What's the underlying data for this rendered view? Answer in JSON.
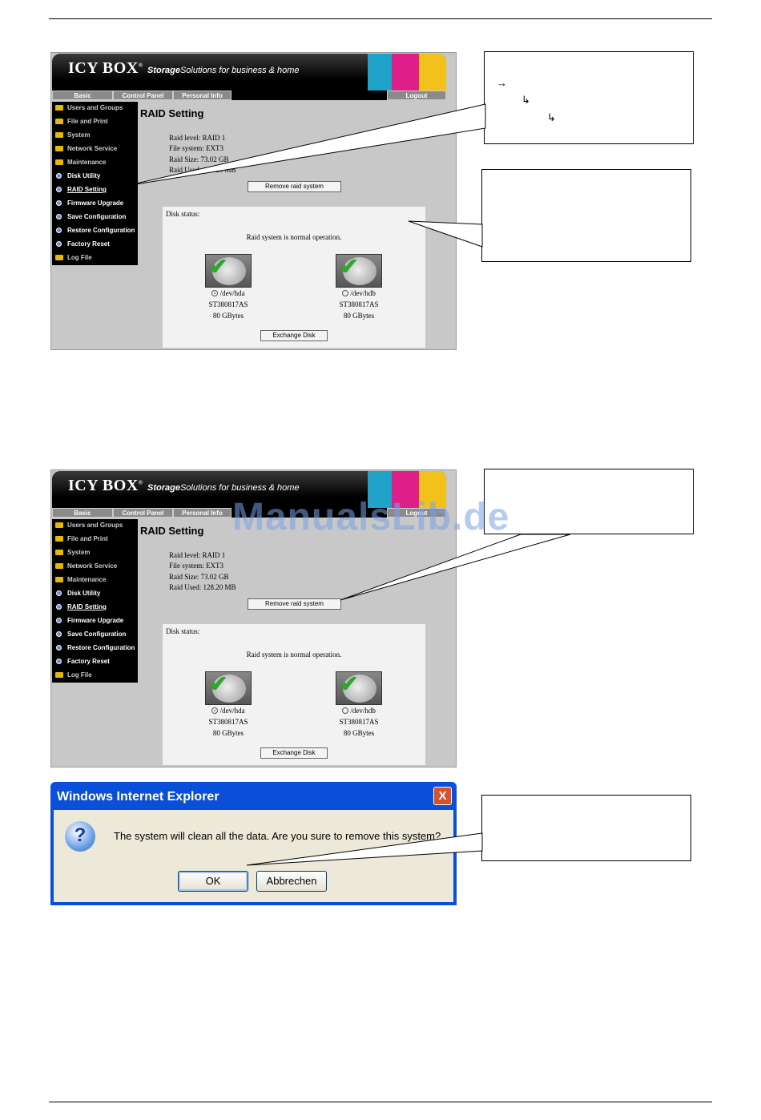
{
  "brand": {
    "name": "ICY BOX",
    "reg": "®",
    "tagline_bold": "Storage",
    "tagline_rest": "Solutions for business & home"
  },
  "tabs": [
    "Basic",
    "Control Panel",
    "Personal Info",
    "Logout"
  ],
  "sidebar": [
    {
      "label": "Users and Groups",
      "icon": "folder-icon"
    },
    {
      "label": "File and Print",
      "icon": "folder-icon"
    },
    {
      "label": "System",
      "icon": "folder-icon"
    },
    {
      "label": "Network Service",
      "icon": "folder-icon"
    },
    {
      "label": "Maintenance",
      "icon": "folder-icon"
    },
    {
      "label": "Disk Utility",
      "icon": "bullet-icon"
    },
    {
      "label": "RAID Setting",
      "icon": "bullet-icon"
    },
    {
      "label": "Firmware Upgrade",
      "icon": "bullet-icon"
    },
    {
      "label": "Save Configuration",
      "icon": "bullet-icon"
    },
    {
      "label": "Restore Configuration",
      "icon": "bullet-icon"
    },
    {
      "label": "Factory Reset",
      "icon": "bullet-icon"
    },
    {
      "label": "Log File",
      "icon": "folder-icon"
    }
  ],
  "raid": {
    "title": "RAID Setting",
    "level": "Raid level:   RAID 1",
    "fs": "File system: EXT3",
    "size": "Raid Size:   73.02 GB",
    "used": "Raid Used: 128.20 MB",
    "remove_label": "Remove raid system",
    "disk_status": "Disk status:",
    "normal_msg": "Raid system is normal operation.",
    "exchange_label": "Exchange Disk",
    "disks": [
      {
        "dev": "/dev/hda",
        "model": "ST380817AS",
        "size": "80 GBytes",
        "selected": true
      },
      {
        "dev": "/dev/hdb",
        "model": "ST380817AS",
        "size": "80 GBytes",
        "selected": false
      }
    ]
  },
  "callout1": {
    "arrow1": "→",
    "arrow2": "↳",
    "arrow3": "↳"
  },
  "watermark": "ManualsLib.de",
  "dialog": {
    "title": "Windows Internet Explorer",
    "close": "X",
    "message": "The system will clean all the data. Are you sure to remove this system?",
    "ok_label": "OK",
    "cancel_label": "Abbrechen"
  }
}
